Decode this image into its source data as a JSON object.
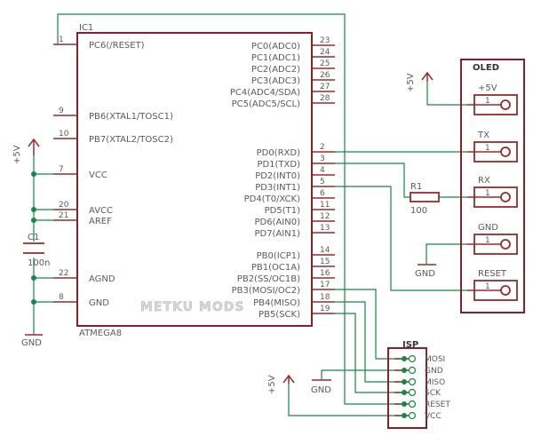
{
  "ic": {
    "ref": "IC1",
    "part": "ATMEGA8",
    "left_pins": [
      {
        "num": "1",
        "name": "PC6(/RESET)"
      },
      {
        "num": "9",
        "name": "PB6(XTAL1/TOSC1)"
      },
      {
        "num": "10",
        "name": "PB7(XTAL2/TOSC2)"
      },
      {
        "num": "7",
        "name": "VCC"
      },
      {
        "num": "20",
        "name": "AVCC"
      },
      {
        "num": "21",
        "name": "AREF"
      },
      {
        "num": "22",
        "name": "AGND"
      },
      {
        "num": "8",
        "name": "GND"
      }
    ],
    "right_pins": [
      {
        "num": "23",
        "name": "PC0(ADC0)"
      },
      {
        "num": "24",
        "name": "PC1(ADC1)"
      },
      {
        "num": "25",
        "name": "PC2(ADC2)"
      },
      {
        "num": "26",
        "name": "PC3(ADC3)"
      },
      {
        "num": "27",
        "name": "PC4(ADC4/SDA)"
      },
      {
        "num": "28",
        "name": "PC5(ADC5/SCL)"
      },
      {
        "num": "2",
        "name": "PD0(RXD)"
      },
      {
        "num": "3",
        "name": "PD1(TXD)"
      },
      {
        "num": "4",
        "name": "PD2(INT0)"
      },
      {
        "num": "5",
        "name": "PD3(INT1)"
      },
      {
        "num": "6",
        "name": "PD4(T0/XCK)"
      },
      {
        "num": "11",
        "name": "PD5(T1)"
      },
      {
        "num": "12",
        "name": "PD6(AIN0)"
      },
      {
        "num": "13",
        "name": "PD7(AIN1)"
      },
      {
        "num": "14",
        "name": "PB0(ICP1)"
      },
      {
        "num": "15",
        "name": "PB1(OC1A)"
      },
      {
        "num": "16",
        "name": "PB2(SS/OC1B)"
      },
      {
        "num": "17",
        "name": "PB3(MOSI/OC2)"
      },
      {
        "num": "18",
        "name": "PB4(MISO)"
      },
      {
        "num": "19",
        "name": "PB5(SCK)"
      }
    ]
  },
  "capacitor": {
    "ref": "C1",
    "value": "100n"
  },
  "resistor": {
    "ref": "R1",
    "value": "100"
  },
  "power": {
    "vcc_label": "+5V",
    "gnd_label": "GND"
  },
  "oled": {
    "title": "OLED",
    "pins": [
      {
        "label": "+5V",
        "num": "1"
      },
      {
        "label": "TX",
        "num": "1"
      },
      {
        "label": "RX",
        "num": "1"
      },
      {
        "label": "GND",
        "num": "1"
      },
      {
        "label": "RESET",
        "num": "1"
      }
    ]
  },
  "isp": {
    "title": "ISP",
    "pins": [
      "MOSI",
      "GND",
      "MISO",
      "SCK",
      "RESET",
      "VCC"
    ]
  },
  "watermark": "METKU MODS"
}
